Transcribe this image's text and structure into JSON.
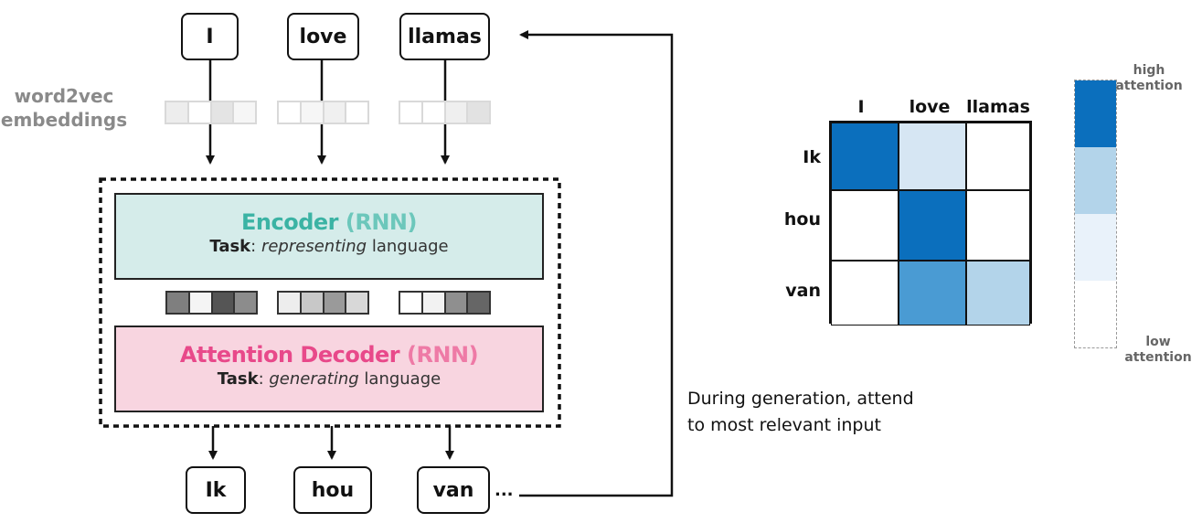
{
  "input_tokens": [
    "I",
    "love",
    "llamas"
  ],
  "output_tokens": [
    "Ik",
    "hou",
    "van"
  ],
  "ellipsis": "...",
  "embeddings_label_line1": "word2vec",
  "embeddings_label_line2": "embeddings",
  "encoder": {
    "title_main": "Encoder",
    "title_paren": "(RNN)",
    "task_label": "Task",
    "task_verb": "representing",
    "task_rest": "language",
    "icon": "vector-axes-icon",
    "color": "#3bb3a4",
    "fill": "#d5ecea"
  },
  "decoder": {
    "title_main": "Attention Decoder",
    "title_paren": "(RNN)",
    "task_label": "Task",
    "task_verb": "generating",
    "task_rest": "language",
    "icon": "speech-bubble-icon",
    "color": "#e8498a",
    "fill": "#f8d5e0"
  },
  "caption_line1": "During generation, attend",
  "caption_line2": "to most relevant input",
  "attention_matrix": {
    "columns": [
      "I",
      "love",
      "llamas"
    ],
    "rows": [
      "Ik",
      "hou",
      "van"
    ],
    "levels": [
      [
        3,
        1,
        0
      ],
      [
        0,
        3,
        0
      ],
      [
        0,
        2,
        1.5
      ]
    ]
  },
  "legend": {
    "high_line1": "high",
    "high_line2": "attention",
    "low_line1": "low",
    "low_line2": "attention",
    "colors": [
      "#0b6fbd",
      "#b3d4ea",
      "#e9f2fa",
      "#ffffff"
    ]
  },
  "colors": {
    "heat_high": "#0b6fbd",
    "heat_mid": "#4a9bd3",
    "heat_midlow": "#b3d4ea",
    "heat_low": "#d6e6f3"
  }
}
